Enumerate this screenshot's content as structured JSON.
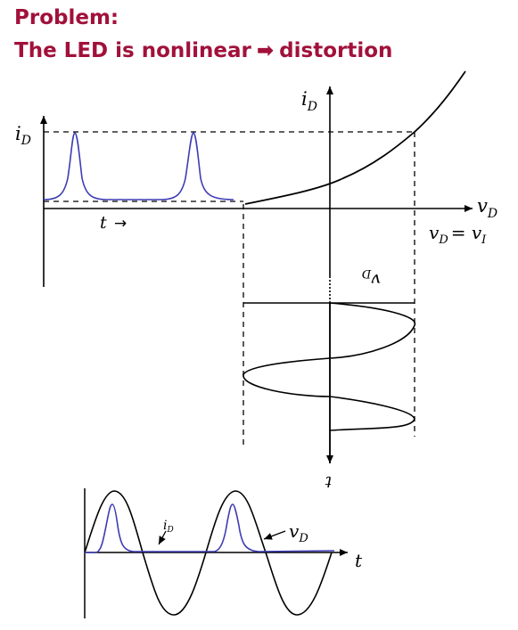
{
  "title": {
    "line1": "Problem:",
    "line2_before": "The LED is nonlinear",
    "line2_after": "distortion"
  },
  "labels": {
    "iD_axis_main": "i",
    "iD_axis_main_sub": "D",
    "iD_left": "i",
    "iD_left_sub": "D",
    "vD_axis": "v",
    "vD_axis_sub": "D",
    "vD_eq_vI": "v",
    "vD_eq_vI_sub": "D",
    "vD_eq_vI_rhs": "= v",
    "vD_eq_vI_rhs_sub": "I",
    "t_left": "t",
    "t_left_arrow": "→",
    "vD_rotated": "v",
    "vD_rotated_sub": "D",
    "t_rotated": "t",
    "bottom_t": "t",
    "bottom_iD": "i",
    "bottom_iD_sub": "D",
    "bottom_vD": "v",
    "bottom_vD_sub": "D"
  },
  "colors": {
    "title": "#a1113a",
    "current_trace": "#3c3cb4",
    "axes": "#000000"
  }
}
